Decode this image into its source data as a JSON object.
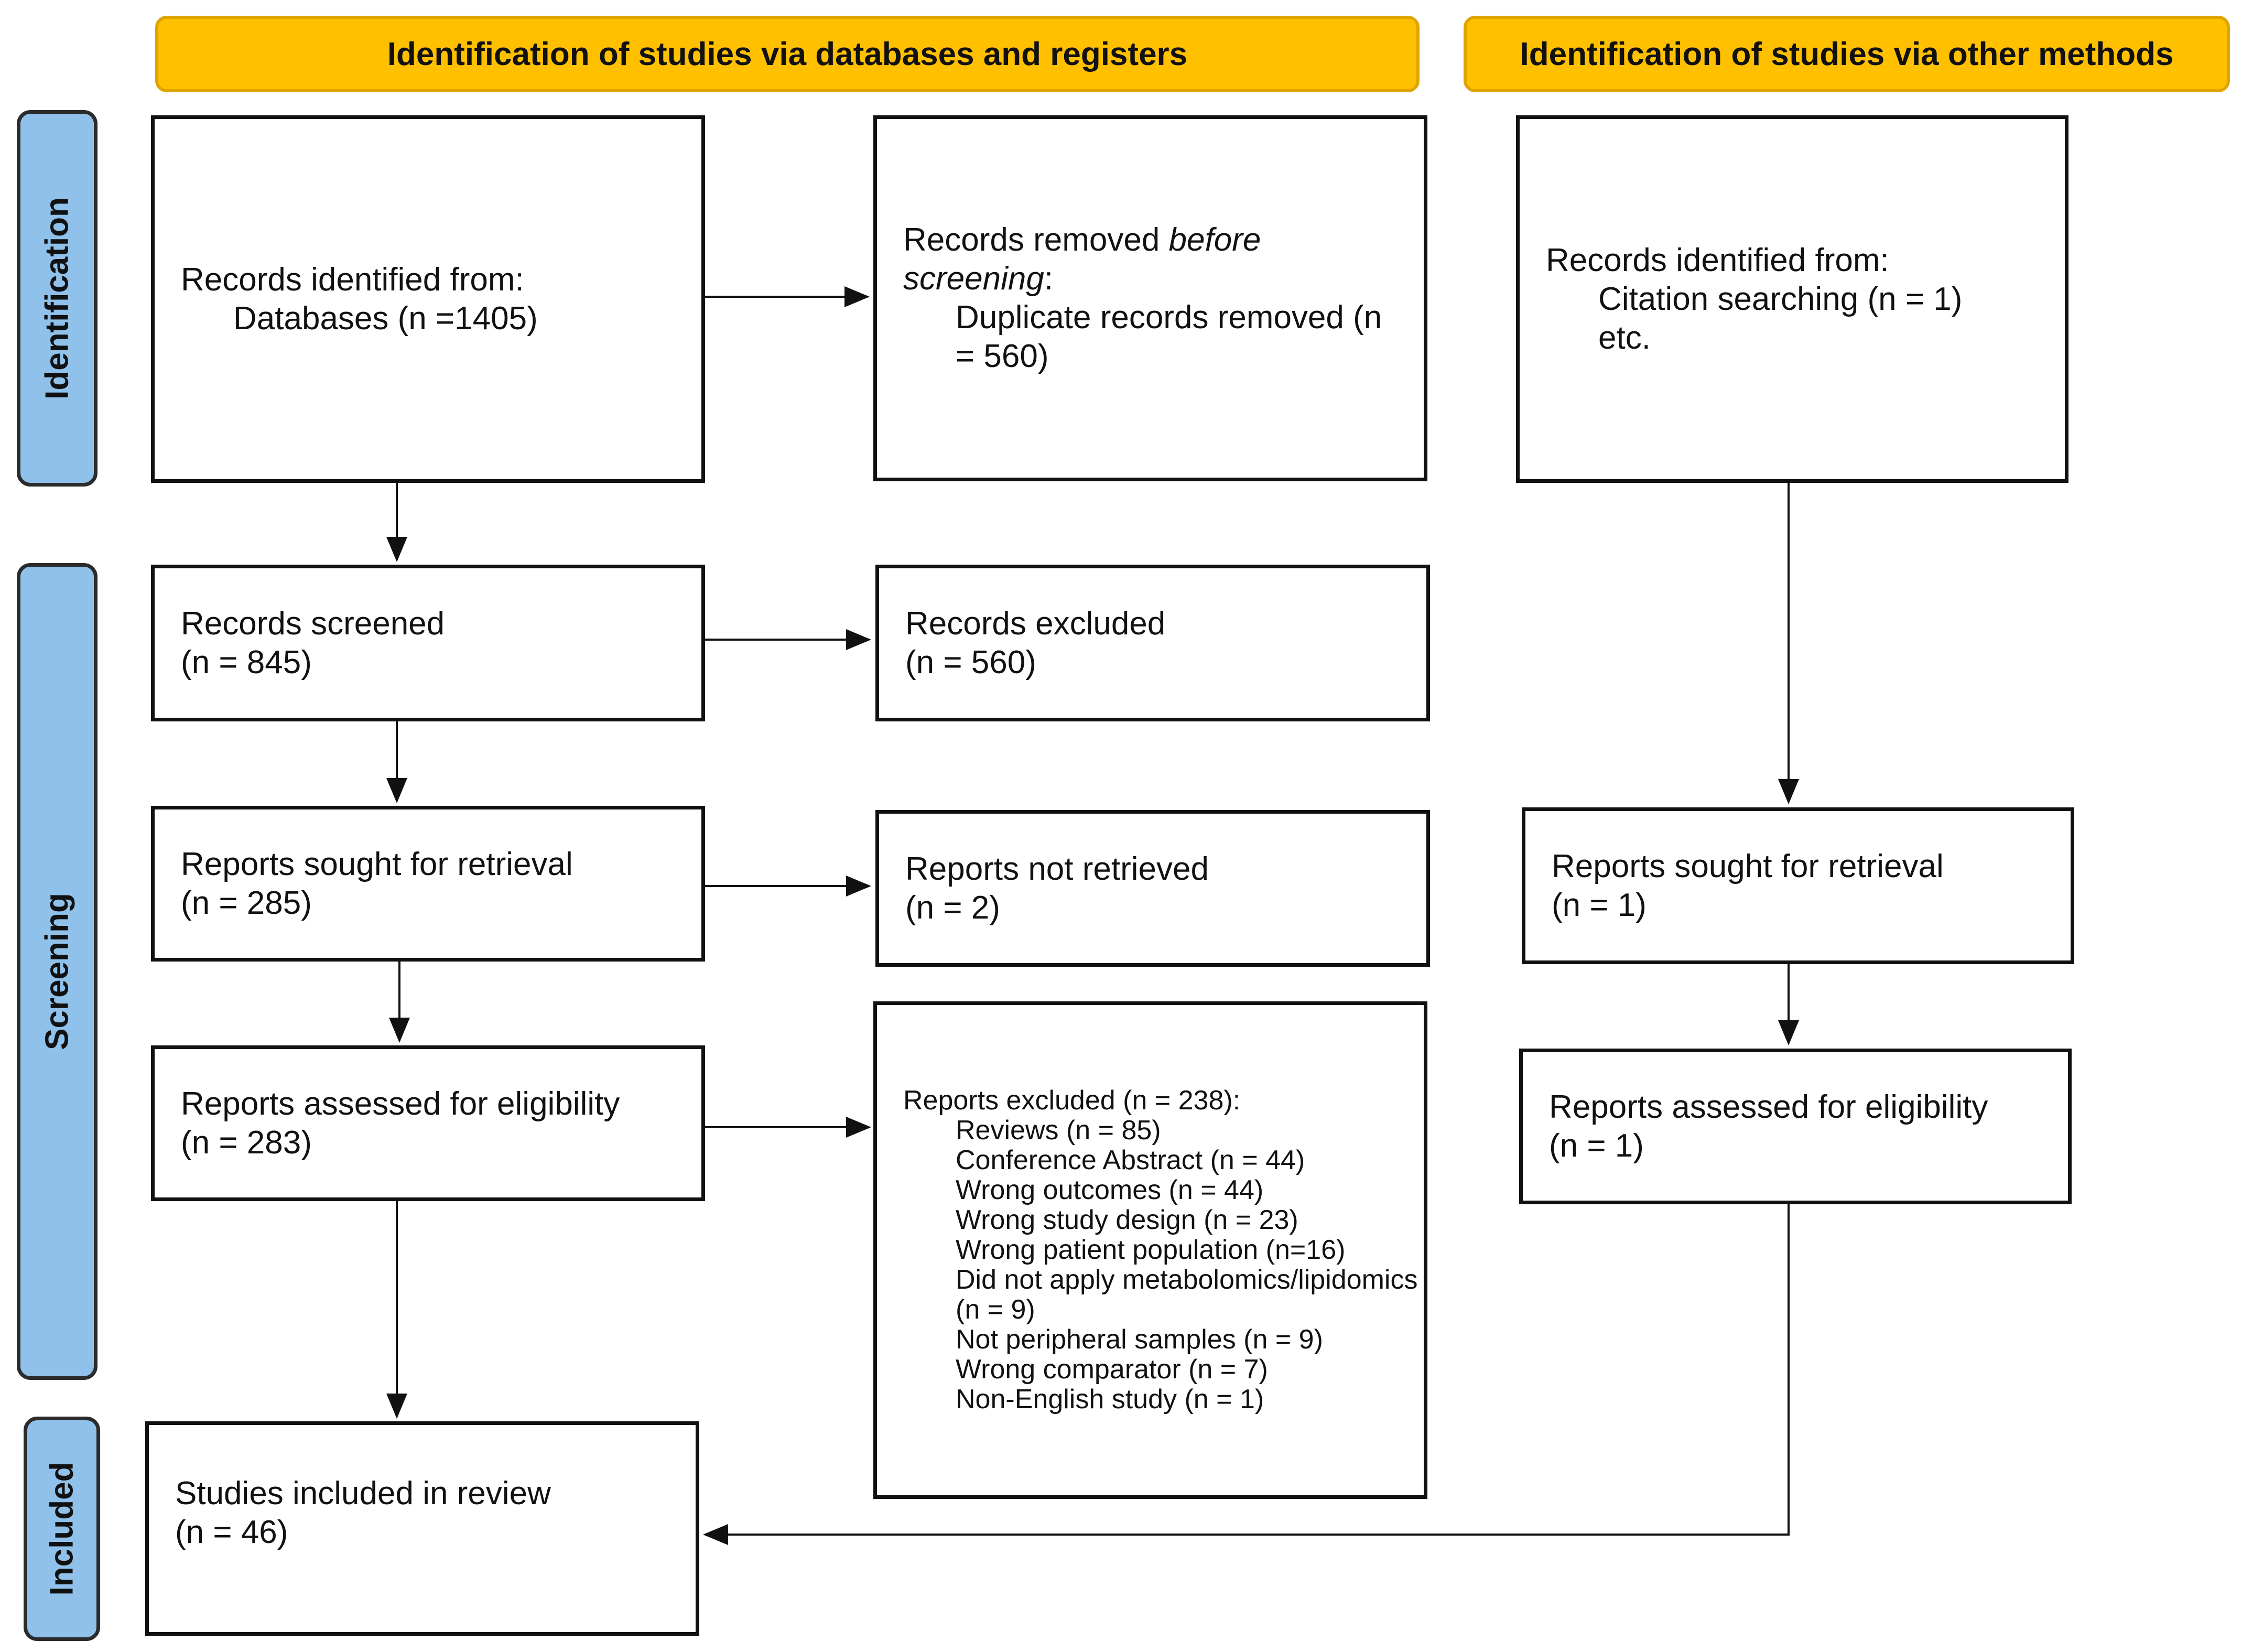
{
  "headers": {
    "databases": "Identification of studies via databases and registers",
    "other": "Identification of studies via other methods"
  },
  "phases": {
    "identification": "Identification",
    "screening": "Screening",
    "included": "Included"
  },
  "boxes": {
    "records_identified_db": {
      "line1": "Records identified from:",
      "line2": "Databases (n =1405)"
    },
    "records_removed": {
      "line1_pre": "Records removed ",
      "line1_em": "before",
      "line2_em": "screening",
      "line2_post": ":",
      "line3": "Duplicate records removed (n",
      "line4": "= 560)"
    },
    "records_identified_other": {
      "line1": "Records identified from:",
      "line2": "Citation searching (n = 1)",
      "line3": "etc."
    },
    "records_screened": {
      "line1": "Records screened",
      "line2": "(n = 845)"
    },
    "records_excluded": {
      "line1": "Records excluded",
      "line2": "(n = 560)"
    },
    "reports_sought_db": {
      "line1": "Reports sought for retrieval",
      "line2": "(n = 285)"
    },
    "reports_not_retrieved": {
      "line1": "Reports not retrieved",
      "line2": "(n = 2)"
    },
    "reports_sought_other": {
      "line1": "Reports sought for retrieval",
      "line2": "(n = 1)"
    },
    "reports_assessed_db": {
      "line1": "Reports assessed for eligibility",
      "line2": "(n = 283)"
    },
    "reports_excluded": {
      "title": "Reports excluded (n = 238):",
      "items": [
        "Reviews (n = 85)",
        "Conference Abstract (n = 44)",
        "Wrong outcomes (n = 44)",
        "Wrong study design (n = 23)",
        "Wrong patient population (n=16)",
        "Did not apply metabolomics/lipidomics",
        "(n = 9)",
        "Not peripheral samples (n = 9)",
        "Wrong comparator (n = 7)",
        "Non-English study (n = 1)"
      ]
    },
    "reports_assessed_other": {
      "line1": "Reports assessed for eligibility",
      "line2": "(n = 1)"
    },
    "studies_included": {
      "line1": "Studies included in review",
      "line2": "(n = 46)"
    }
  }
}
